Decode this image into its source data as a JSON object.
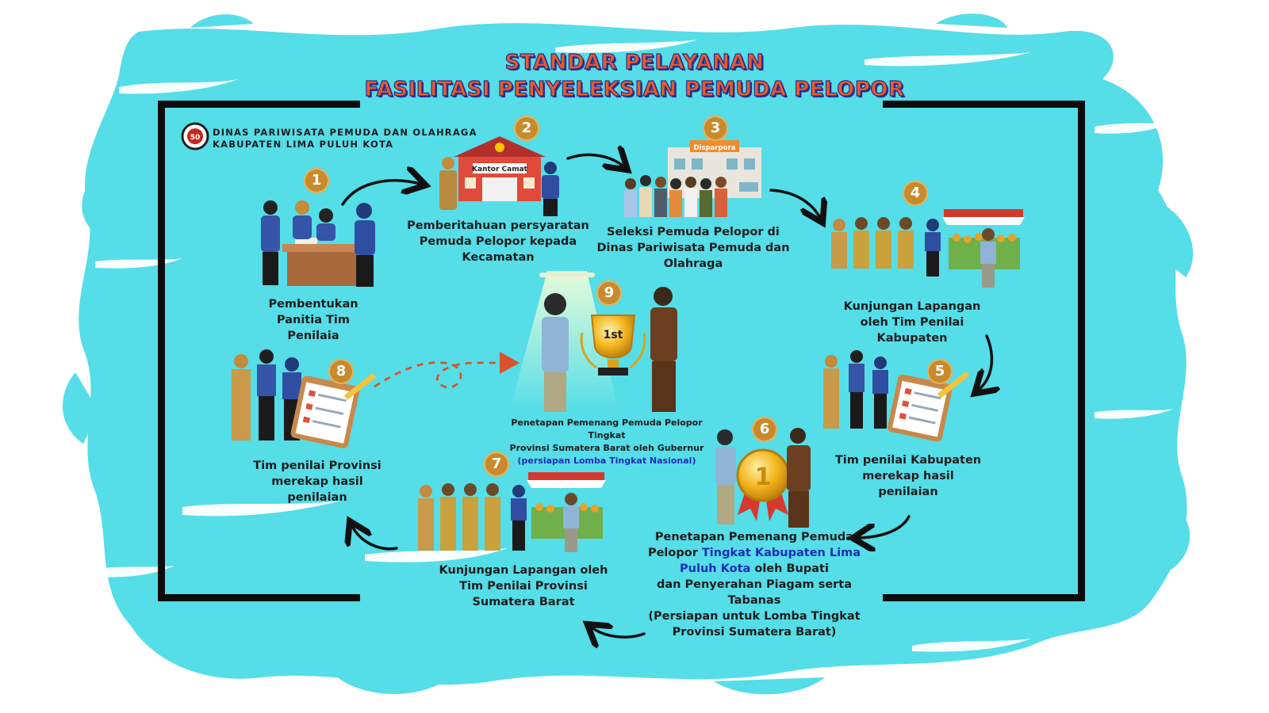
{
  "title": {
    "line1": "STANDAR PELAYANAN",
    "line2": "FASILITASI PENYELEKSIAN PEMUDA PELOPOR"
  },
  "org": {
    "line1": "DINAS PARIWISATA PEMUDA DAN OLAHRAGA",
    "line2": "KABUPATEN LIMA PULUH KOTA",
    "logo_text": "50"
  },
  "signs": {
    "kantor_camat": "Kantor Camat",
    "disparpora": "Disparpora",
    "trophy": "1st",
    "medal": "1"
  },
  "steps": [
    {
      "number": "1",
      "label": "Pembentukan\nPanitia Tim\nPenilaia"
    },
    {
      "number": "2",
      "label": "Pemberitahuan persyaratan\nPemuda Pelopor kepada\nKecamatan"
    },
    {
      "number": "3",
      "label": "Seleksi Pemuda Pelopor di\nDinas Pariwisata Pemuda dan\nOlahraga"
    },
    {
      "number": "4",
      "label": "Kunjungan Lapangan\noleh Tim Penilai\nKabupaten"
    },
    {
      "number": "5",
      "label": "Tim penilai Kabupaten\nmerekap hasil\npenilaian"
    },
    {
      "number": "6",
      "label_a": "Penetapan Pemenang Pemuda",
      "label_b": "Pelopor ",
      "label_b_highlight": "Tingkat Kabupaten Lima",
      "label_c_highlight": "Puluh Kota",
      "label_c": " oleh Bupati",
      "label_d": "dan Penyerahan Piagam serta\nTabanas\n(Persiapan untuk Lomba Tingkat\nProvinsi Sumatera Barat)"
    },
    {
      "number": "7",
      "label": "Kunjungan Lapangan oleh\nTim Penilai Provinsi\nSumatera Barat"
    },
    {
      "number": "8",
      "label": "Tim penilai Provinsi\nmerekap hasil\npenilaian"
    },
    {
      "number": "9",
      "label": "Penetapan Pemenang Pemuda Pelopor Tingkat\nProvinsi Sumatera Barat oleh Gubernur",
      "label_highlight": "(persiapan Lomba Tingkat Nasional)"
    }
  ],
  "colors": {
    "splash": "#55dde8",
    "frame": "#0d0d0d",
    "badge": "#c78a2c",
    "title_fill": "#ea5a2c",
    "title_stroke": "#2a2f8c",
    "highlight": "#1d2db8"
  }
}
